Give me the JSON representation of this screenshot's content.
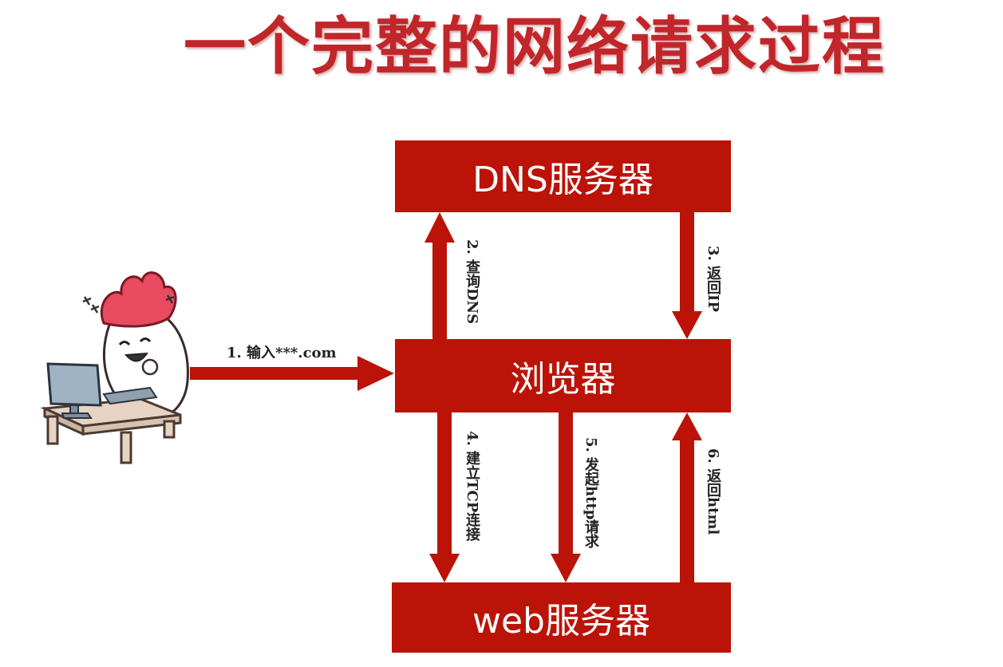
{
  "title": "一个完整的网络请求过程",
  "nodes": {
    "dns": "DNS服务器",
    "browser": "浏览器",
    "web": "web服务器"
  },
  "steps": {
    "s1": "1. 输入***.com",
    "s2": "2. 查询DNS",
    "s3": "3. 返回IP",
    "s4": "4. 建立TCP连接",
    "s5": "5. 发起http请求",
    "s6": "6. 返回html"
  },
  "colors": {
    "box": "#bb1307",
    "title": "#c0262a"
  },
  "icons": {
    "user": "cartoon-user-at-computer-icon"
  }
}
